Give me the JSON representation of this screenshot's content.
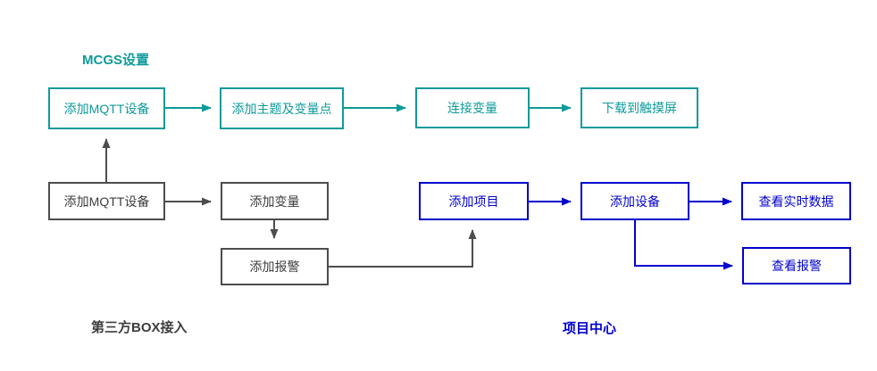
{
  "colors": {
    "background": "#ffffff",
    "teal": "#0e9a9a",
    "gray": "#4d4d4d",
    "gray_text": "#3d3d3d",
    "blue": "#0000cd",
    "node_fill": "#ffffff"
  },
  "sections": {
    "mcgs": {
      "title": "MCGS设置",
      "nodes": [
        "添加MQTT设备",
        "添加主题及变量点",
        "连接变量",
        "下载到触摸屏"
      ]
    },
    "third_party_box": {
      "title": "第三方BOX接入",
      "nodes": [
        "添加MQTT设备",
        "添加变量",
        "添加报警"
      ]
    },
    "project_center": {
      "title": "项目中心",
      "nodes": [
        "添加项目",
        "添加设备",
        "查看实时数据",
        "查看报警"
      ]
    }
  }
}
